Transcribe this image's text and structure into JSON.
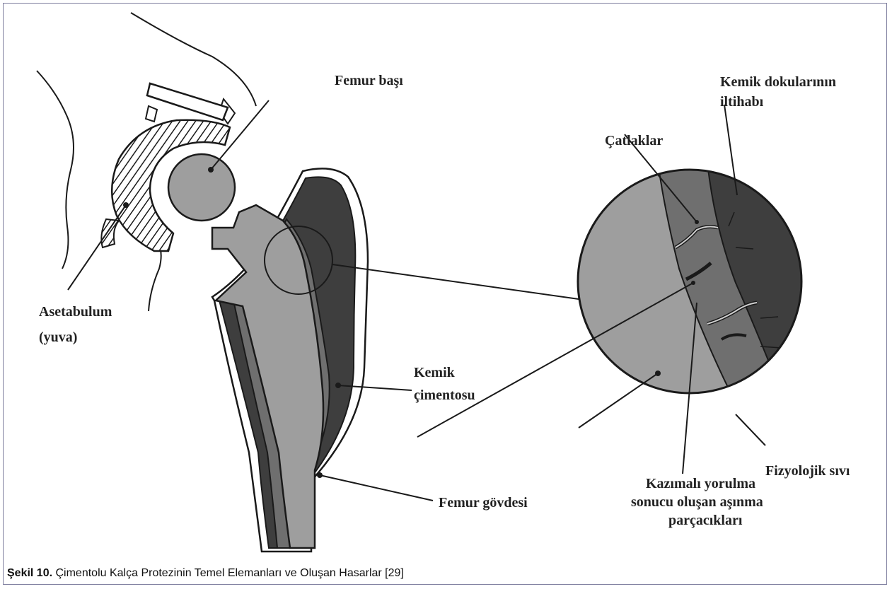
{
  "labels": {
    "femur_basi": "Femur  başı",
    "asetabulum_1": "Asetabulum",
    "asetabulum_2": "(yuva)",
    "kemik_cimentosu_1": "Kemik",
    "kemik_cimentosu_2": "çimentosu",
    "femur_govdesi": "Femur gövdesi",
    "kemik_dokulari_1": "Kemik dokularının",
    "kemik_dokulari_2": "iltihabı",
    "catlaklar": "Çatlaklar",
    "fizyolojik_sivi": "Fizyolojik sıvı",
    "kazimali_1": "Kazımalı yorulma",
    "kazimali_2": "sonucu oluşan aşınma",
    "kazimali_3": "parçacıkları"
  },
  "caption": {
    "label": "Şekil 10.",
    "text": " Çimentolu Kalça Protezinin Temel Elemanları ve Oluşan Hasarlar [29]"
  },
  "colors": {
    "implant": "#9e9e9e",
    "cement": "#6f6f6f",
    "bone": "#3e3e3e",
    "outline": "#1a1a1a",
    "frame": "#7f7f9f"
  }
}
